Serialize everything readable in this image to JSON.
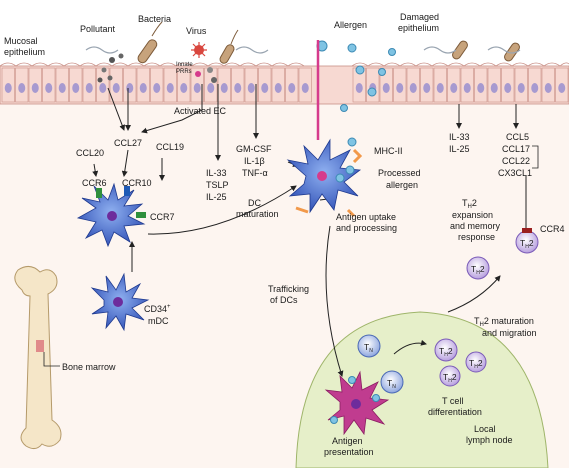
{
  "diagram": {
    "labels": {
      "mucosal_epithelium_1": "Mucosal",
      "mucosal_epithelium_2": "epithelium",
      "pollutant": "Pollutant",
      "bacteria": "Bacteria",
      "virus": "Virus",
      "innate_prrs_1": "Innate",
      "innate_prrs_2": "PRRs",
      "activated_ec": "Activated EC",
      "allergen": "Allergen",
      "damaged_epithelium_1": "Damaged",
      "damaged_epithelium_2": "epithelium",
      "ccl20": "CCL20",
      "ccl27": "CCL27",
      "ccl19": "CCL19",
      "ccr6": "CCR6",
      "ccr10": "CCR10",
      "ccr7": "CCR7",
      "il33_left": "IL-33",
      "tslp": "TSLP",
      "il25_left": "IL-25",
      "gmcsf": "GM-CSF",
      "il1b": "IL-1β",
      "tnfa": "TNF-α",
      "dc_maturation_1": "DC",
      "dc_maturation_2": "maturation",
      "mhc2": "MHC-II",
      "processed_allergen_1": "Processed",
      "processed_allergen_2": "allergen",
      "antigen_uptake_1": "Antigen uptake",
      "antigen_uptake_2": "and processing",
      "il33_right": "IL-33",
      "il25_right": "IL-25",
      "ccl5": "CCL5",
      "ccl17": "CCL17",
      "ccl22": "CCL22",
      "cx3cl1": "CX3CL1",
      "th2_expansion_1": "expansion",
      "th2_expansion_2": "and memory",
      "th2_expansion_3": "response",
      "ccr4": "CCR4",
      "trafficking_1": "Trafficking",
      "trafficking_2": "of DCs",
      "cd34_mdc_1": "CD34",
      "cd34_mdc_sup": "+",
      "cd34_mdc_2": "mDC",
      "bone_marrow": "Bone marrow",
      "th2_maturation_2": "and migration",
      "t_cell_diff_1": "T cell",
      "t_cell_diff_2": "differentiation",
      "antigen_presentation_1": "Antigen",
      "antigen_presentation_2": "presentation",
      "local_lymph_node_1": "Local",
      "local_lymph_node_2": "lymph node",
      "t_h": "T",
      "h_sub": "H",
      "two": "2",
      "t_n": "T",
      "n_sub": "N",
      "maturation_rest": "2 maturation"
    },
    "colors": {
      "epithelium": "#f7d9d2",
      "epithelium_nucleus": "#a79ad0",
      "lymph_node": "#e6efc9",
      "dc_body": "#4a6fd1",
      "dc_pink": "#d63b8c",
      "th2_cell": "#cbb9e6",
      "tn_cell": "#a7b9e3",
      "bacteria": "#c7a37c",
      "virus": "#d9473f",
      "allergen": "#7fc3e3"
    }
  }
}
